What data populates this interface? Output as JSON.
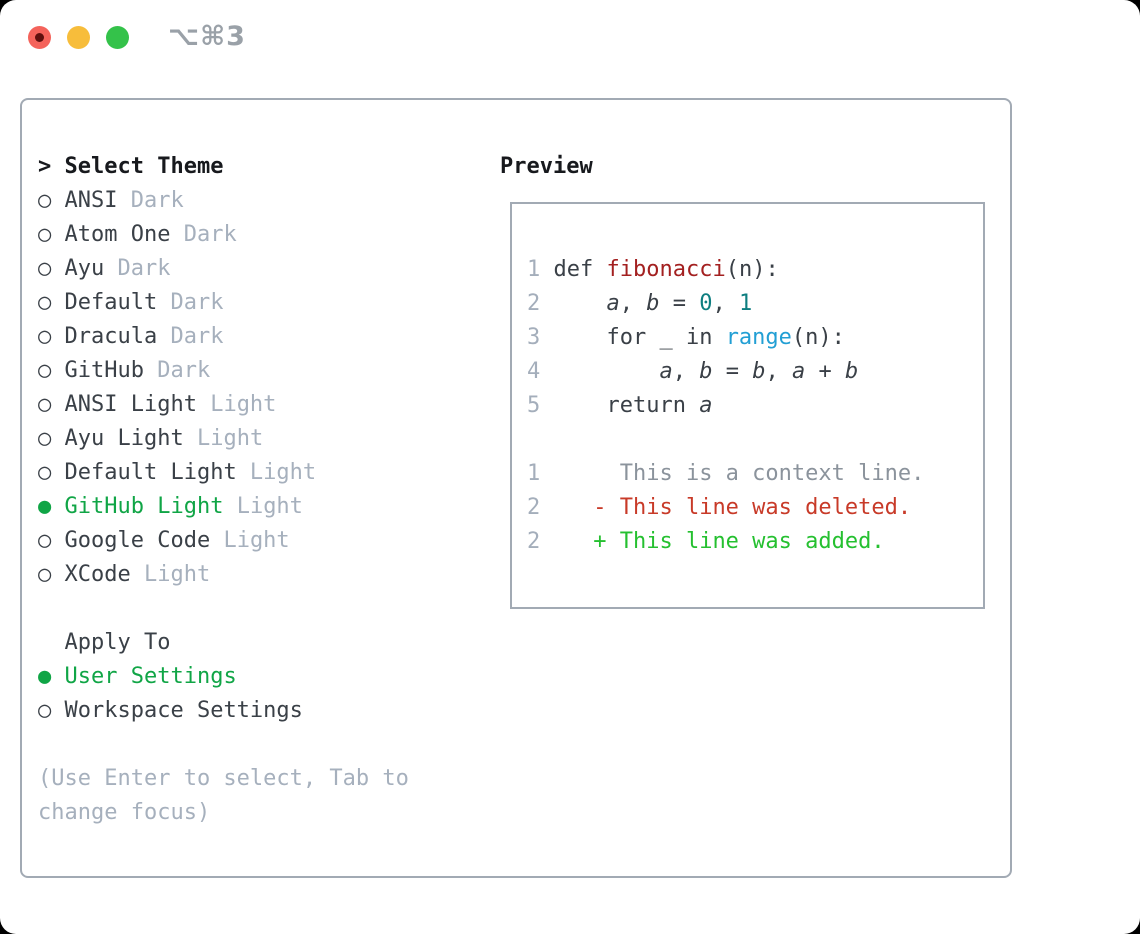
{
  "window": {
    "title_shortcut": "⌥⌘3",
    "traffic_lights": {
      "close": "close",
      "minimize": "minimize",
      "zoom": "zoom"
    }
  },
  "icons": {
    "radio_unselected_glyph": "○",
    "radio_selected_glyph": "●",
    "header_prefix": ">"
  },
  "theme_picker": {
    "header": "Select Theme",
    "items": [
      {
        "name": "ANSI",
        "tag": "Dark",
        "selected": false
      },
      {
        "name": "Atom One",
        "tag": "Dark",
        "selected": false
      },
      {
        "name": "Ayu",
        "tag": "Dark",
        "selected": false
      },
      {
        "name": "Default",
        "tag": "Dark",
        "selected": false
      },
      {
        "name": "Dracula",
        "tag": "Dark",
        "selected": false
      },
      {
        "name": "GitHub",
        "tag": "Dark",
        "selected": false
      },
      {
        "name": "ANSI Light",
        "tag": "Light",
        "selected": false
      },
      {
        "name": "Ayu Light",
        "tag": "Light",
        "selected": false
      },
      {
        "name": "Default Light",
        "tag": "Light",
        "selected": false
      },
      {
        "name": "GitHub Light",
        "tag": "Light",
        "selected": true
      },
      {
        "name": "Google Code",
        "tag": "Light",
        "selected": false
      },
      {
        "name": "XCode",
        "tag": "Light",
        "selected": false
      }
    ],
    "apply_to": {
      "header": "Apply To",
      "options": [
        {
          "name": "User Settings",
          "selected": true
        },
        {
          "name": "Workspace Settings",
          "selected": false
        }
      ]
    },
    "hint_lines": [
      "(Use Enter to select, Tab to",
      "change focus)"
    ]
  },
  "preview": {
    "header": "Preview",
    "code_lines": [
      {
        "num": "1",
        "tokens": [
          {
            "t": "def ",
            "s": "code"
          },
          {
            "t": "fibonacci",
            "s": "func"
          },
          {
            "t": "(n):",
            "s": "code"
          }
        ]
      },
      {
        "num": "2",
        "tokens": [
          {
            "t": "    ",
            "s": "code"
          },
          {
            "t": "a",
            "s": "var"
          },
          {
            "t": ", ",
            "s": "code"
          },
          {
            "t": "b",
            "s": "var"
          },
          {
            "t": " = ",
            "s": "code"
          },
          {
            "t": "0",
            "s": "num"
          },
          {
            "t": ", ",
            "s": "code"
          },
          {
            "t": "1",
            "s": "num"
          }
        ]
      },
      {
        "num": "3",
        "tokens": [
          {
            "t": "    for _ in ",
            "s": "code"
          },
          {
            "t": "range",
            "s": "builtin"
          },
          {
            "t": "(n):",
            "s": "code"
          }
        ]
      },
      {
        "num": "4",
        "tokens": [
          {
            "t": "        ",
            "s": "code"
          },
          {
            "t": "a",
            "s": "var"
          },
          {
            "t": ", ",
            "s": "code"
          },
          {
            "t": "b",
            "s": "var"
          },
          {
            "t": " = ",
            "s": "code"
          },
          {
            "t": "b",
            "s": "var"
          },
          {
            "t": ", ",
            "s": "code"
          },
          {
            "t": "a",
            "s": "var"
          },
          {
            "t": " + ",
            "s": "code"
          },
          {
            "t": "b",
            "s": "var"
          }
        ]
      },
      {
        "num": "5",
        "tokens": [
          {
            "t": "    return ",
            "s": "code"
          },
          {
            "t": "a",
            "s": "var"
          }
        ]
      }
    ],
    "diff_lines": [
      {
        "num": "1",
        "sign": " ",
        "text": "This is a context line.",
        "kind": "context"
      },
      {
        "num": "2",
        "sign": "-",
        "text": "This line was deleted.",
        "kind": "deleted"
      },
      {
        "num": "2",
        "sign": "+",
        "text": "This line was added.",
        "kind": "added"
      }
    ]
  },
  "colors": {
    "accent_green": "#10a546",
    "muted_gray": "#a6b0bd",
    "line_number_gray": "#a4aebb",
    "function_red": "#a32020",
    "number_teal": "#0e7e80",
    "builtin_blue": "#229fd4",
    "diff_context_gray": "#8b939c",
    "diff_deleted_red": "#c83a28",
    "diff_added_green": "#25c030",
    "border_gray": "#a2aab4"
  }
}
